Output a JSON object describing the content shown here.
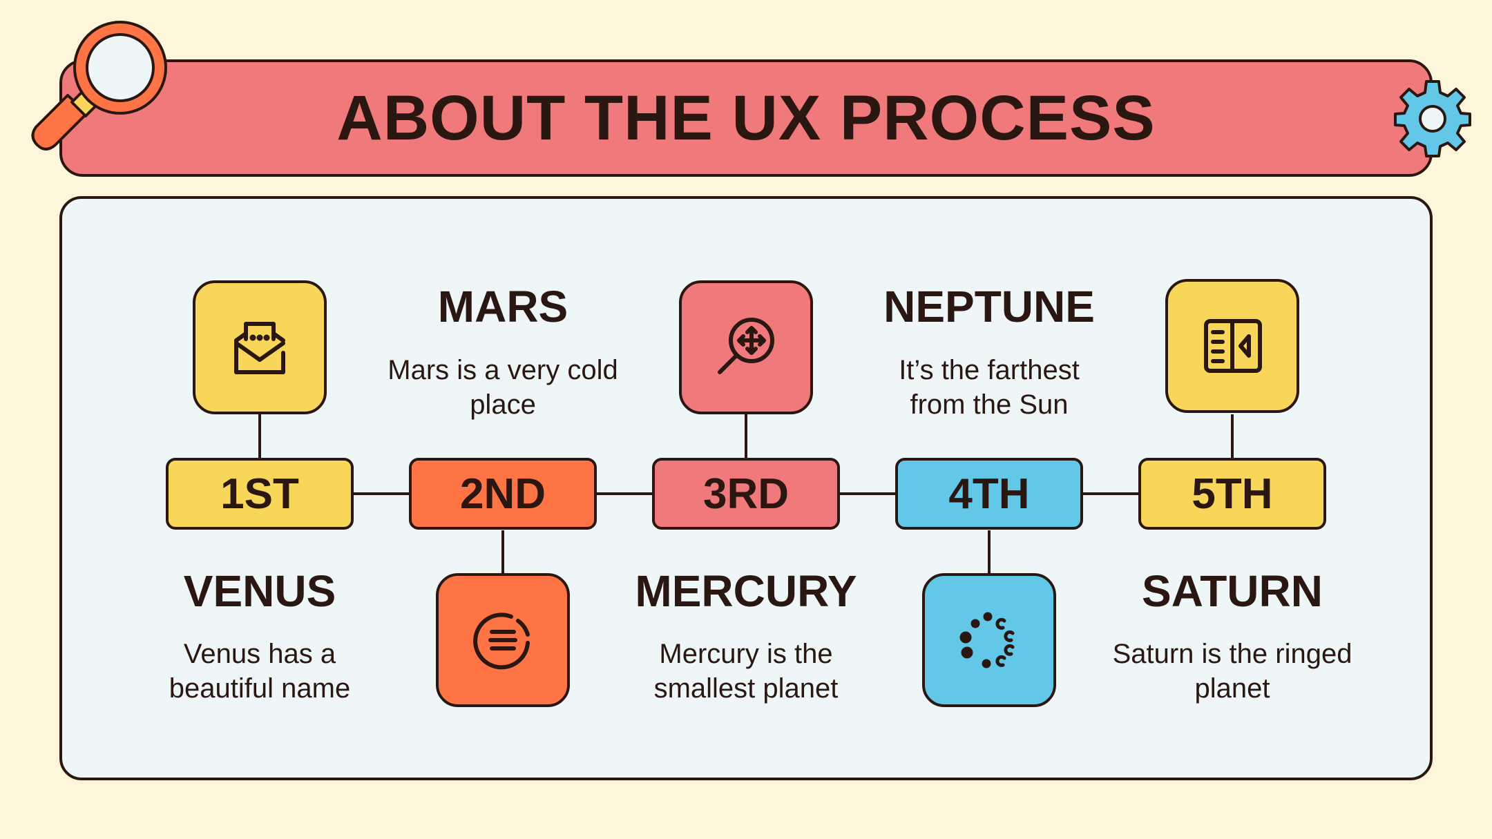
{
  "title": "ABOUT THE UX PROCESS",
  "colors": {
    "background": "#FEF6DB",
    "banner": "#F07A7B",
    "panel": "#EEF6F8",
    "yellow": "#F8D65A",
    "orange": "#FF7445",
    "pink": "#F07A7B",
    "blue": "#63C7E8",
    "outline": "#2a1711"
  },
  "steps": [
    {
      "label": "1ST",
      "heading": "VENUS",
      "description": [
        "Venus has a",
        "beautiful name"
      ],
      "icon": "envelope-icon"
    },
    {
      "label": "2ND",
      "heading": "MARS",
      "description": [
        "Mars is a very cold",
        "place"
      ],
      "icon": "list-circle-icon"
    },
    {
      "label": "3RD",
      "heading": "MERCURY",
      "description": [
        "Mercury is the",
        "smallest planet"
      ],
      "icon": "search-move-icon"
    },
    {
      "label": "4TH",
      "heading": "NEPTUNE",
      "description": [
        "It’s the farthest",
        "from the Sun"
      ],
      "icon": "loading-icon"
    },
    {
      "label": "5TH",
      "heading": "SATURN",
      "description": [
        "Saturn is the ringed",
        "planet"
      ],
      "icon": "book-audio-icon"
    }
  ],
  "decorations": {
    "left": "magnifier-icon",
    "right": "gear-icon"
  }
}
